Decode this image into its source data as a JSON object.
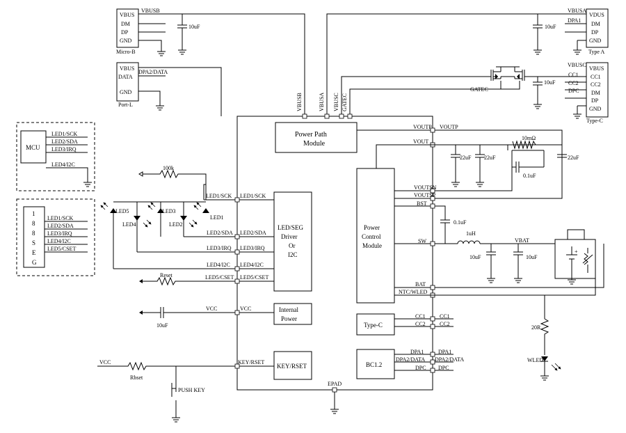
{
  "connectors": {
    "micro_b": {
      "pins": [
        "VBUS",
        "DM",
        "DP",
        "GND"
      ],
      "caption": "Micro-B"
    },
    "port_l": {
      "pins": [
        "VBUS",
        "DATA",
        "GND"
      ],
      "caption": "Port-L"
    },
    "type_a": {
      "pins": [
        "VDUS",
        "DM",
        "DP",
        "GND"
      ],
      "caption": "Type A"
    },
    "type_c": {
      "pins": [
        "VBUS",
        "CC1",
        "CC2",
        "DM",
        "DP",
        "GND"
      ],
      "caption": "Type-C"
    }
  },
  "nets": {
    "vbusb": "VBUSB",
    "dpa2_data_top": "DPA2/DATA",
    "vbusa": "VBUSA",
    "dpa1": "DPA1",
    "vbusc": "VBUSC",
    "cc1": "CC1",
    "cc2": "CC2",
    "dpc": "DPC",
    "gatec": "GATEC",
    "voutp_left": "VOUTP",
    "voutp_right": "VOUTP",
    "vout": "VOUT",
    "voutsn": "VOUTSN",
    "voutsp": "VOUTSP",
    "bst": "BST",
    "sw": "SW",
    "bat": "BAT",
    "ntc_wled": "NTC/WLED",
    "vbat": "VBAT",
    "epad": "EPAD",
    "vcc_left": "VCC",
    "vcc_pin": "VCC",
    "vcc_key": "VCC",
    "wled": "WLED",
    "tc_cc1": "CC1",
    "tc_cc2": "CC2",
    "bc_dpa1": "DPA1",
    "bc_dpa2": "DPA2/DATA",
    "bc_dpc": "DPC"
  },
  "pin_tags": [
    "VBUSB",
    "VBUSA",
    "VBUSC",
    "GATEC"
  ],
  "blocks": {
    "power_path": [
      "Power Path",
      "Module"
    ],
    "power_control": [
      "Power",
      "Control",
      "Module"
    ],
    "led_driver": [
      "LED/SEG",
      "Driver",
      "Or",
      "I2C"
    ],
    "internal_power": [
      "Internal",
      "Power"
    ],
    "key_reset": "KEY/RSET",
    "type_c_block": "Type-C",
    "bc12": "BC1.2"
  },
  "led_signals": {
    "outer": [
      "LED1/SCK",
      "LED2/SDA",
      "LED3/IRQ",
      "LED4/I2C",
      "LED5/CSET"
    ],
    "inner": [
      "LED1/SCK",
      "LED2/SDA",
      "LED3/IRQ",
      "LED4/I2C",
      "LED5/CSET"
    ]
  },
  "led_names": [
    "LED5",
    "LED4",
    "LED3",
    "LED2",
    "LED1"
  ],
  "mcu": {
    "title": "MCU",
    "pins": [
      "LED1/SCK",
      "LED2/SDA",
      "LED3/IRQ",
      "LED4/I2C"
    ]
  },
  "seg": {
    "digits": [
      "1",
      "8",
      "8",
      "S",
      "E",
      "G"
    ],
    "pins": [
      "LED1/SCK",
      "LED2/SDA",
      "LED3/IRQ",
      "LED4/I2C",
      "LED5/CSET"
    ]
  },
  "components": {
    "c_micro": "10uF",
    "c_typea": "10uF",
    "c_typec": "10uF",
    "r_led": "100k",
    "r_reset": "Reset",
    "c_vcc": "10uF",
    "r_rset": "Rbset",
    "push_key": "PUSH KEY",
    "c_vout1": "22uF",
    "c_vout2": "22uF",
    "r_sense": "10mΩ",
    "c_sense": "0.1uF",
    "c_vout3": "22uF",
    "c_bst": "0.1uF",
    "l_main": "1uH",
    "c_sw": "10uF",
    "c_bat": "10uF",
    "r_wled": "20R"
  }
}
